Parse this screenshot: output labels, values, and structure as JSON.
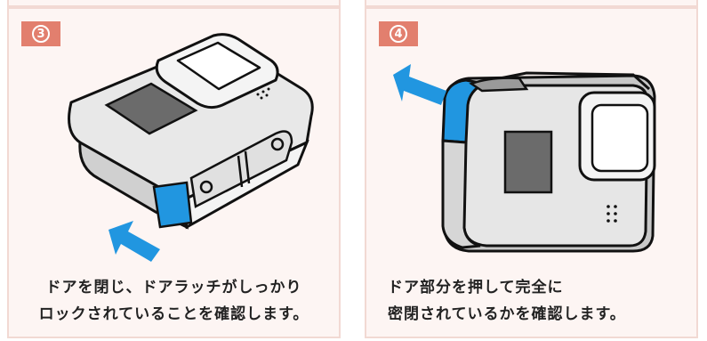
{
  "steps": [
    {
      "number": "3",
      "caption_line1": "ドアを閉じ、ドアラッチがしっかり",
      "caption_line2": "ロックされていることを確認します。"
    },
    {
      "number": "4",
      "caption_line1": "ドア部分を押して完全に",
      "caption_line2": "密閉されているかを確認します。"
    }
  ],
  "colors": {
    "panel_bg": "#fdf5f3",
    "panel_border": "#f2d9d3",
    "badge": "#e27f6e",
    "accent_blue": "#2196e0",
    "screen_gray": "#6b6b6b"
  }
}
